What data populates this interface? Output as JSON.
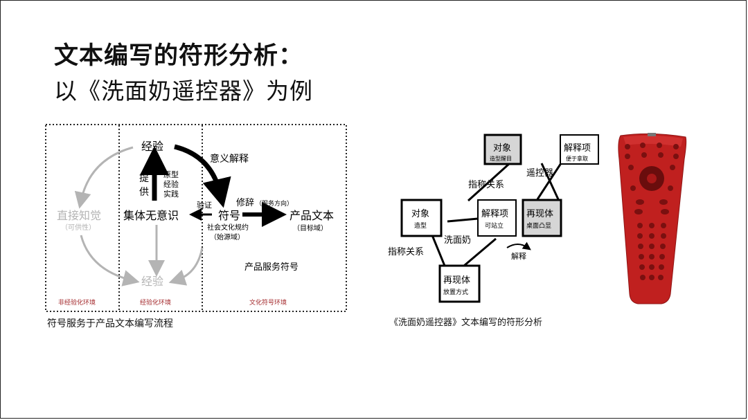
{
  "title": {
    "line1": "文本编写的符形分析：",
    "line2": "以《洗面奶遥控器》为例"
  },
  "left_diagram": {
    "experience_top": "经验",
    "meaning_interpretation": "意义解释",
    "provide_1": "提",
    "provide_2": "供",
    "prototype_1": "原型",
    "prototype_2": "经验",
    "prototype_3": "实践",
    "direct_perception": "直接知觉",
    "affordance": "（可供性）",
    "collective_unconscious": "集体无意识",
    "verify": "验证",
    "symbol": "符号",
    "rhetoric": "修辞",
    "service_direction": "（服务方向）",
    "product_text": "产品文本",
    "target_domain": "（目标域）",
    "social_convention": "社会文化规约",
    "source_domain": "（始源域）",
    "product_service_symbol": "产品服务符号",
    "experience_bottom": "经验",
    "region_nonexperiential": "非经验化环境",
    "region_experiential": "经验化环境",
    "region_cultural": "文化符号环境",
    "caption": "符号服务于产品文本编写流程"
  },
  "right_diagram": {
    "object_top": "对象",
    "object_top_sub": "造型醒目",
    "interpretant_top": "解释项",
    "interpretant_top_sub": "便于拿取",
    "remote_control": "遥控器",
    "referential_top": "指称关系",
    "object_left": "对象",
    "object_left_sub": "造型",
    "interpretant_mid": "解释项",
    "interpretant_mid_sub": "可站立",
    "facial_cleanser": "洗面奶",
    "representamen_mid": "再现体",
    "representamen_mid_sub": "桌面凸显",
    "interpret": "解释",
    "referential_left": "指称关系",
    "representamen_bottom": "再现体",
    "representamen_bottom_sub": "放置方式",
    "caption": "《洗面奶遥控器》文本编写的符形分析"
  },
  "colors": {
    "remote_body": "#c0201f",
    "remote_dark": "#8e1414",
    "region_label": "#a3282b",
    "gray_arrow": "#b4b4b4",
    "box_fill_gray": "#d6d6d6"
  }
}
